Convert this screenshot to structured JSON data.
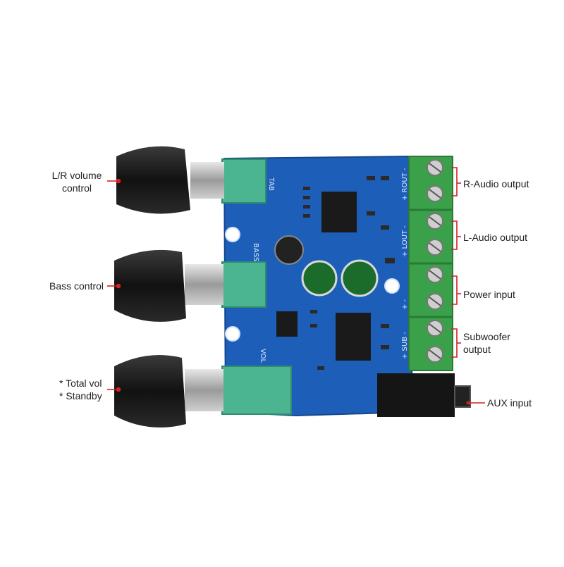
{
  "colors": {
    "pcb": "#1d5fb8",
    "pcb_dark": "#15468c",
    "terminal": "#3aa04a",
    "pot": "#4bb592",
    "knob": "#1c1c1c",
    "leader": "#d42020"
  },
  "labels": {
    "lr_volume": [
      "L/R volume",
      "control"
    ],
    "bass": "Bass control",
    "total_vol": [
      "* Total vol",
      "* Standby"
    ],
    "r_audio": "R-Audio output",
    "l_audio": "L-Audio output",
    "power": "Power input",
    "subwoofer": [
      "Subwoofer",
      "output"
    ],
    "aux": "AUX input"
  },
  "silkscreen": {
    "tab": "TAB",
    "bass": "BASS",
    "vol": "VOL",
    "rout": "+ ROUT -",
    "lout": "+ LOUT -",
    "power": "+ -",
    "sub": "+ SUB -"
  }
}
